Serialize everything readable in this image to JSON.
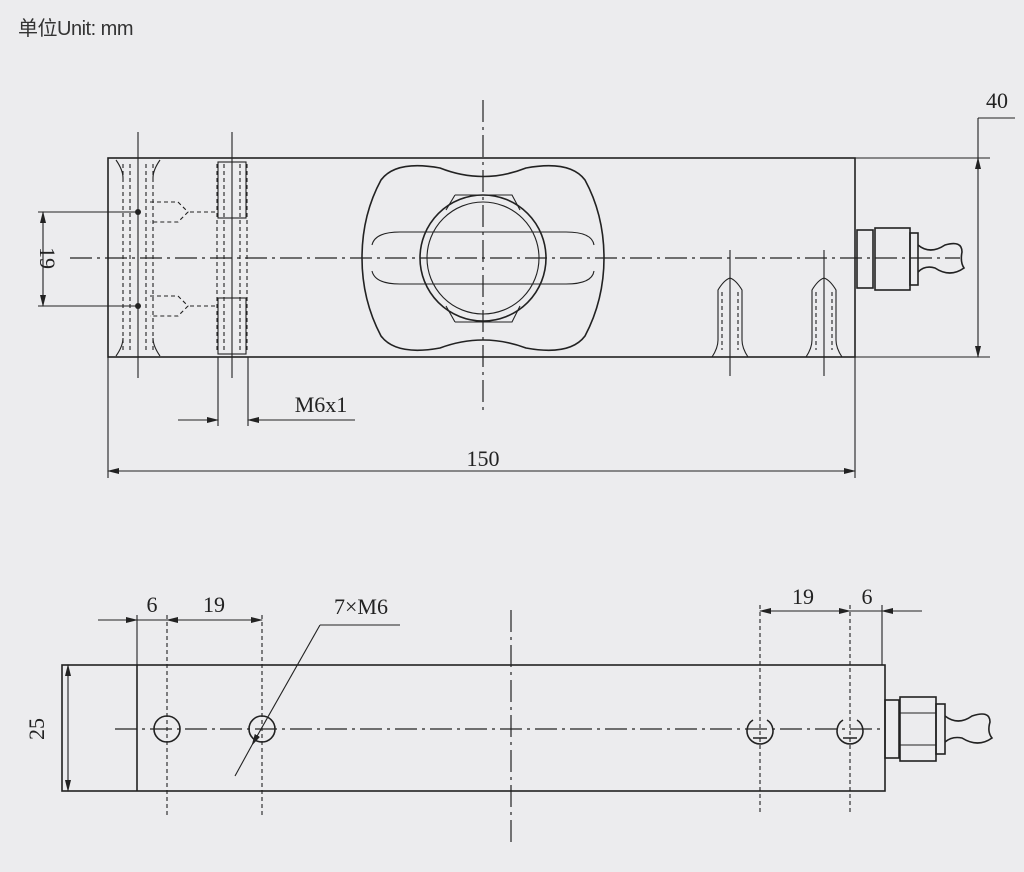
{
  "unit_label": "单位Unit: mm",
  "top_view": {
    "length": "150",
    "height": "40",
    "hole_spacing": "19",
    "thread": "M6x1"
  },
  "bottom_view": {
    "width": "25",
    "left_edge": "6",
    "left_spacing": "19",
    "right_spacing": "19",
    "right_edge": "6",
    "holes": "7×M6"
  }
}
